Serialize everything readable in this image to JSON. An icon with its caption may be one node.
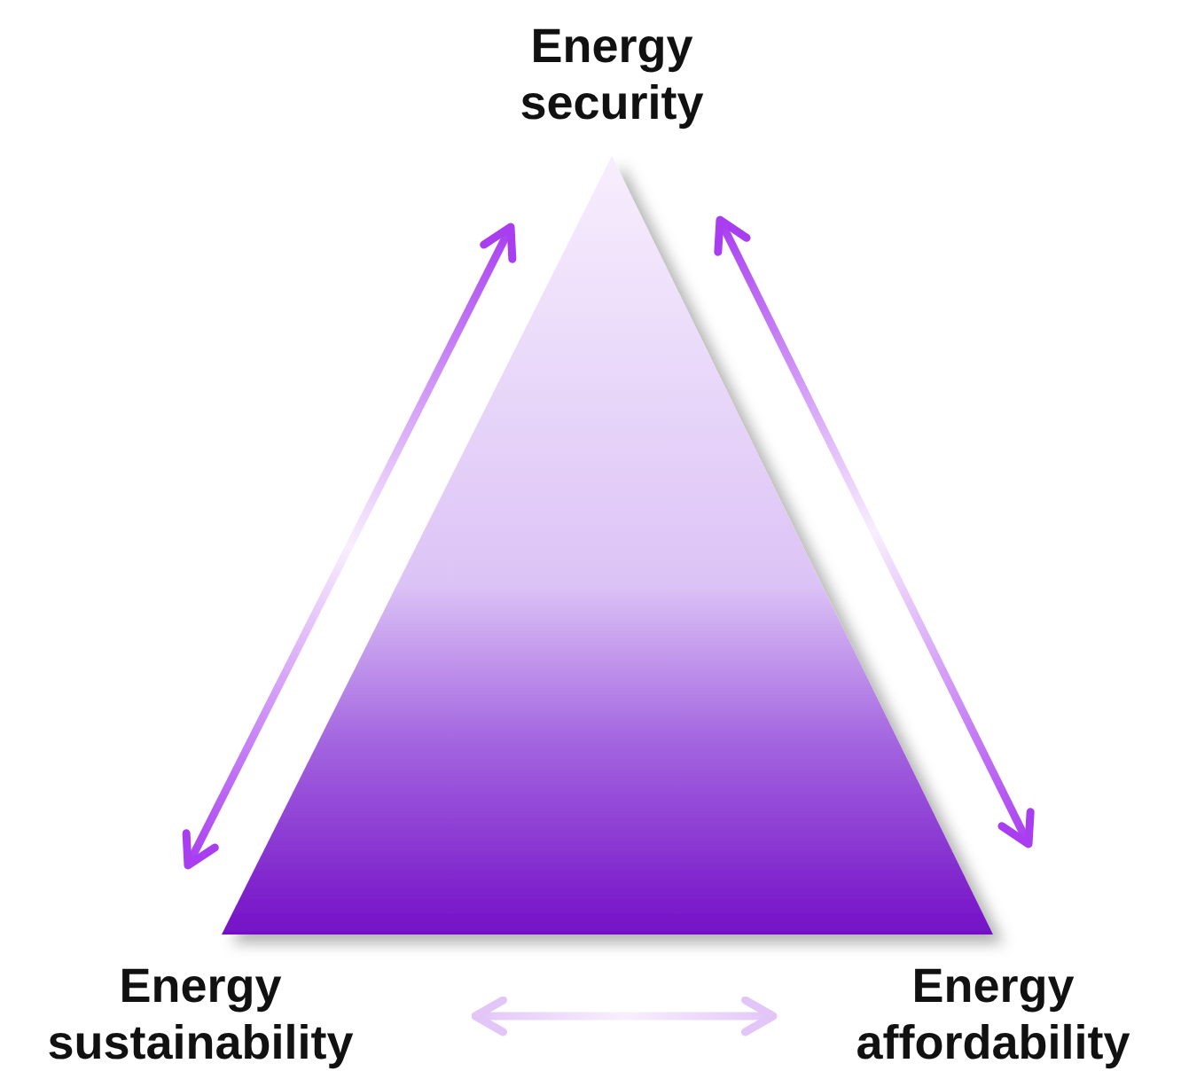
{
  "diagram": {
    "nodes": [
      {
        "text": [
          "Energy security"
        ]
      },
      {
        "text": [
          "Energy sustainability"
        ]
      },
      {
        "text": [
          "Energy affordability"
        ]
      }
    ],
    "edges": [
      {
        "from": 0,
        "to": 1,
        "arrow": "both"
      },
      {
        "from": 0,
        "to": 2,
        "arrow": "both"
      },
      {
        "from": 1,
        "to": 2,
        "arrow": "both",
        "color": "#e3c6f8"
      }
    ]
  }
}
